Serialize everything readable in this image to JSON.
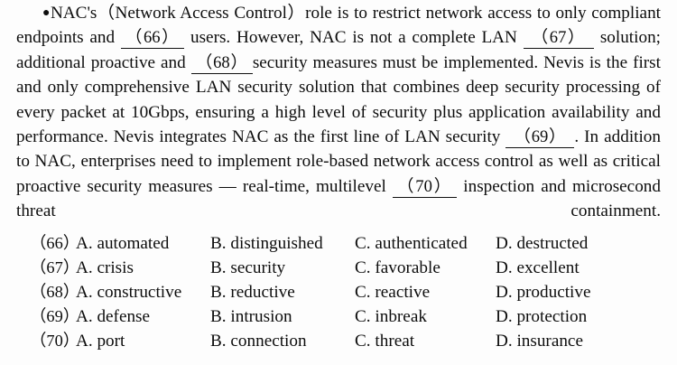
{
  "document": {
    "type": "cloze-reading-passage",
    "bullet_glyph": "●",
    "passage_paragraphs": [
      {
        "id": "main",
        "segments": [
          {
            "kind": "bullet",
            "text": "●"
          },
          {
            "kind": "text",
            "text": "NAC's（Network Access Control）role is to restrict network access to only compliant endpoints and "
          },
          {
            "kind": "blank",
            "text": "（66）"
          },
          {
            "kind": "text",
            "text": " users. However, NAC is not a complete LAN "
          },
          {
            "kind": "blank",
            "text": "（67）"
          },
          {
            "kind": "text",
            "text": " solution; additional proactive and "
          },
          {
            "kind": "blank",
            "text": "（68）"
          },
          {
            "kind": "text",
            "text": "security measures must be implemented. Nevis is the first and only comprehensive LAN security solution that combines deep security processing of every packet at 10Gbps, ensuring a high level of security plus application availability and performance. Nevis integrates NAC as the first line of LAN security "
          },
          {
            "kind": "blank",
            "text": "（69）"
          },
          {
            "kind": "text",
            "text": ". In addition to NAC, enterprises need to implement role-based network access control as well as critical proactive security measures — real-time, multilevel "
          },
          {
            "kind": "blank",
            "text": "（70）"
          },
          {
            "kind": "text",
            "text": " inspection and microsecond threat containment."
          }
        ]
      }
    ],
    "passage_text": "● NAC's（Network Access Control）role is to restrict network access to only compliant endpoints and （66） users. However, NAC is not a complete LAN （67） solution; additional proactive and （68）security measures must be implemented. Nevis is the first and only comprehensive LAN security solution that combines deep security processing of every packet at 10Gbps, ensuring a high level of security plus application availability and performance. Nevis integrates NAC as the first line of LAN security （69）. In addition to NAC, enterprises need to implement role-based network access control as well as critical proactive security measures — real-time, multilevel （70） inspection and microsecond threat containment.",
    "question_rows": [
      {
        "number": "（66）",
        "a": "A. automated",
        "b": "B. distinguished",
        "c": "C. authenticated",
        "d": "D. destructed"
      },
      {
        "number": "（67）",
        "a": "A.  crisis",
        "b": "B. security",
        "c": "C. favorable",
        "d": "D. excellent"
      },
      {
        "number": "（68）",
        "a": "A. constructive",
        "b": "B. reductive",
        "c": "C. reactive",
        "d": "D. productive"
      },
      {
        "number": "（69）",
        "a": "A. defense",
        "b": "B. intrusion",
        "c": "C. inbreak",
        "d": "D. protection"
      },
      {
        "number": "（70）",
        "a": "A. port",
        "b": "B. connection",
        "c": "C. threat",
        "d": "D.  insurance"
      }
    ]
  },
  "colors": {
    "page_background": "#fdfdfd",
    "text": "#0d0d0d",
    "rule": "#101010"
  }
}
